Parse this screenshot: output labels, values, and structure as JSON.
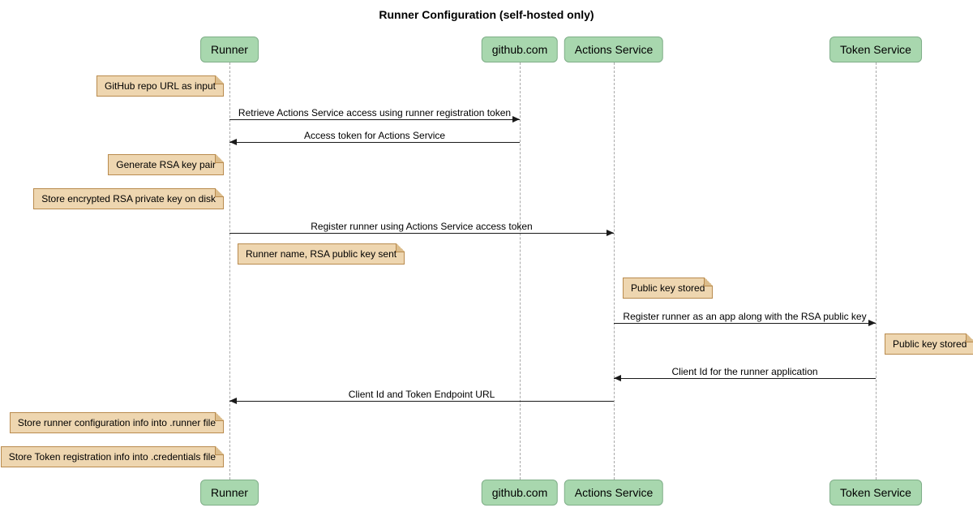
{
  "title": "Runner Configuration (self-hosted only)",
  "colors": {
    "background": "#ffffff",
    "participant-fill": "#a8d7ae",
    "participant-border": "#7fae88",
    "note-fill": "#eed6b0",
    "note-border": "#b98b4e",
    "note-fold": "#dcbd8c",
    "lifeline": "#a8a8a8",
    "arrow": "#1a1a1a"
  },
  "diagram_type": "sequence",
  "participants": [
    {
      "id": "runner",
      "label": "Runner"
    },
    {
      "id": "github",
      "label": "github.com"
    },
    {
      "id": "actions-service",
      "label": "Actions Service"
    },
    {
      "id": "token-service",
      "label": "Token Service"
    }
  ],
  "messages": [
    {
      "from": "Runner",
      "to": "github.com",
      "direction": "right",
      "label": "Retrieve Actions Service access using runner registration token"
    },
    {
      "from": "github.com",
      "to": "Runner",
      "direction": "left",
      "label": "Access token for Actions Service"
    },
    {
      "from": "Runner",
      "to": "Actions Service",
      "direction": "right",
      "label": "Register runner using Actions Service access token"
    },
    {
      "from": "Actions Service",
      "to": "Token Service",
      "direction": "right",
      "label": "Register runner as an app along with the RSA public key"
    },
    {
      "from": "Token Service",
      "to": "Actions Service",
      "direction": "left",
      "label": "Client Id for the runner application"
    },
    {
      "from": "Actions Service",
      "to": "Runner",
      "direction": "left",
      "label": "Client Id and Token Endpoint URL"
    }
  ],
  "notes": [
    {
      "attached_to": "Runner",
      "side": "left",
      "text": "GitHub repo URL as input"
    },
    {
      "attached_to": "Runner",
      "side": "left",
      "text": "Generate RSA key pair"
    },
    {
      "attached_to": "Runner",
      "side": "left",
      "text": "Store encrypted RSA private key on disk"
    },
    {
      "attached_to": "Runner",
      "side": "right",
      "text": "Runner name, RSA public key sent"
    },
    {
      "attached_to": "Actions Service",
      "side": "right",
      "text": "Public key stored"
    },
    {
      "attached_to": "Token Service",
      "side": "right",
      "text": "Public key stored"
    },
    {
      "attached_to": "Runner",
      "side": "left",
      "text": "Store runner configuration info into .runner file"
    },
    {
      "attached_to": "Runner",
      "side": "left",
      "text": "Store Token registration info into .credentials file"
    }
  ]
}
